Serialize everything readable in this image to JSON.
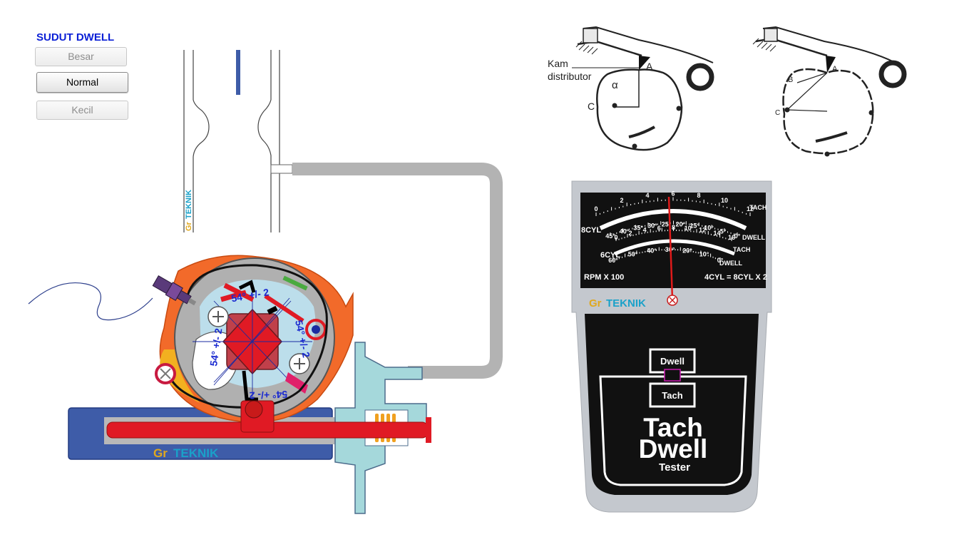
{
  "panel": {
    "title": "SUDUT DWELL",
    "buttons": [
      {
        "label": "Besar",
        "active": false
      },
      {
        "label": "Normal",
        "active": true
      },
      {
        "label": "Kecil",
        "active": false
      }
    ]
  },
  "brand": {
    "prefix": "Gr",
    "name": "TEKNIK"
  },
  "distributor": {
    "angle_labels": [
      "54° +/- 2",
      "54° +/- 2",
      "54° +/- 2",
      "54° +/- 2"
    ]
  },
  "cam_diagram": {
    "labels": {
      "kam": "Kam",
      "distributor": "distributor",
      "A": "A",
      "B": "B",
      "C": "C",
      "alpha": "α"
    }
  },
  "meter": {
    "rpm_label": "RPM X 100",
    "cyl_note": "4CYL = 8CYL X 2",
    "scale_labels": {
      "eight_cyl": "8CYL",
      "six_cyl": "6CYL",
      "tach": "TACH",
      "dwell": "DWELL"
    },
    "tach_8cyl_ticks": [
      "0",
      "2",
      "4",
      "6",
      "8",
      "10",
      "12"
    ],
    "dwell_8cyl_ticks": [
      "45°",
      "40°",
      "35°",
      "30°",
      "25°",
      "20°",
      "15°",
      "10°",
      "5°",
      "0°"
    ],
    "tach_6cyl_ticks": [
      "0",
      "2",
      "4",
      "6",
      "8",
      "10",
      "12",
      "14",
      "16"
    ],
    "dwell_6cyl_ticks": [
      "60°",
      "50°",
      "40°",
      "30°",
      "20°",
      "10°",
      "0°"
    ],
    "switch": {
      "top": "Dwell",
      "bottom": "Tach"
    },
    "title_line1": "Tach",
    "title_line2": "Dwell",
    "title_line3": "Tester"
  },
  "colors": {
    "accent_blue": "#0a1fd6",
    "teknik_blue": "#1aa1c9",
    "gr_gold": "#e0a81e",
    "distributor_red": "#e01a24",
    "housing_blue": "#3e5ca8",
    "meter_needle": "#e01a1a"
  }
}
